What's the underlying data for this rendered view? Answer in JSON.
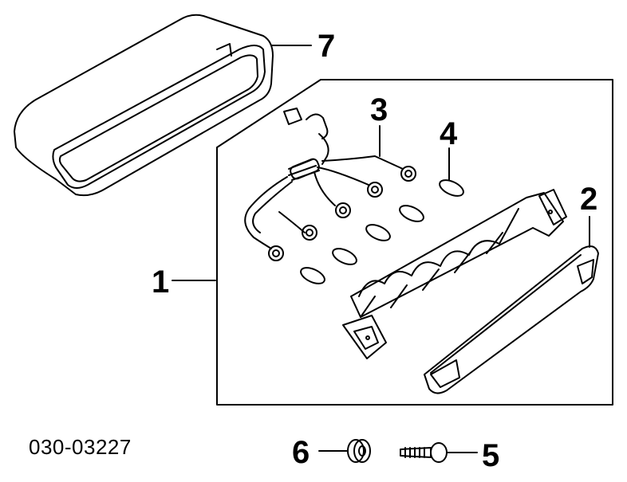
{
  "figure": {
    "part_number": "030-03227",
    "callouts": [
      {
        "id": "1",
        "label": "1"
      },
      {
        "id": "2",
        "label": "2"
      },
      {
        "id": "3",
        "label": "3"
      },
      {
        "id": "4",
        "label": "4"
      },
      {
        "id": "5",
        "label": "5"
      },
      {
        "id": "6",
        "label": "6"
      },
      {
        "id": "7",
        "label": "7"
      }
    ]
  }
}
